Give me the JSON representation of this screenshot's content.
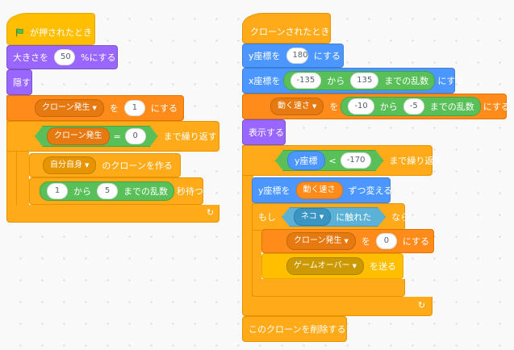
{
  "left_script": {
    "when_flag": "が押されたとき",
    "set_size": {
      "pre": "大きさを",
      "value": "50",
      "post": "%にする"
    },
    "hide": "隠す",
    "set_var": {
      "var": "クローン発生",
      "pre": "を",
      "value": "1",
      "post": "にする"
    },
    "repeat_until": {
      "var": "クローン発生",
      "eq": "=",
      "value": "0",
      "post": "まで繰り返す"
    },
    "create_clone": {
      "target": "自分自身",
      "post": "のクローンを作る"
    },
    "wait_random": {
      "a": "1",
      "mid": "から",
      "b": "5",
      "post": "までの乱数",
      "end": "秒待つ"
    }
  },
  "right_script": {
    "when_clone": "クローンされたとき",
    "set_y": {
      "pre": "y座標を",
      "value": "180",
      "post": "にする"
    },
    "set_x": {
      "pre": "x座標を",
      "a": "-135",
      "mid": "から",
      "b": "135",
      "rand": "までの乱数",
      "post": "にする"
    },
    "set_speed": {
      "var": "動く速さ",
      "pre": "を",
      "a": "-10",
      "mid": "から",
      "b": "-5",
      "rand": "までの乱数",
      "post": "にする"
    },
    "show": "表示する",
    "repeat_until": {
      "reporter": "y座標",
      "op": "<",
      "value": "-170",
      "post": "まで繰り返す"
    },
    "change_y": {
      "pre": "y座標を",
      "var": "動く速さ",
      "post": "ずつ変える"
    },
    "if": {
      "pre": "もし",
      "target": "ネコ",
      "touch": "に触れた",
      "post": "なら"
    },
    "set_var": {
      "var": "クローン発生",
      "pre": "を",
      "value": "0",
      "post": "にする"
    },
    "broadcast": {
      "msg": "ゲームオーバー",
      "post": "を送る"
    },
    "delete_clone": "このクローンを削除する"
  },
  "icons": {
    "flag": "green-flag",
    "loop": "↻"
  },
  "colors": {
    "events": "#ffbf00",
    "looks": "#9966ff",
    "motion": "#4c97ff",
    "control": "#ffab19",
    "variables": "#ff8c1a",
    "operators": "#59c059",
    "sensing": "#5cb1d6"
  }
}
